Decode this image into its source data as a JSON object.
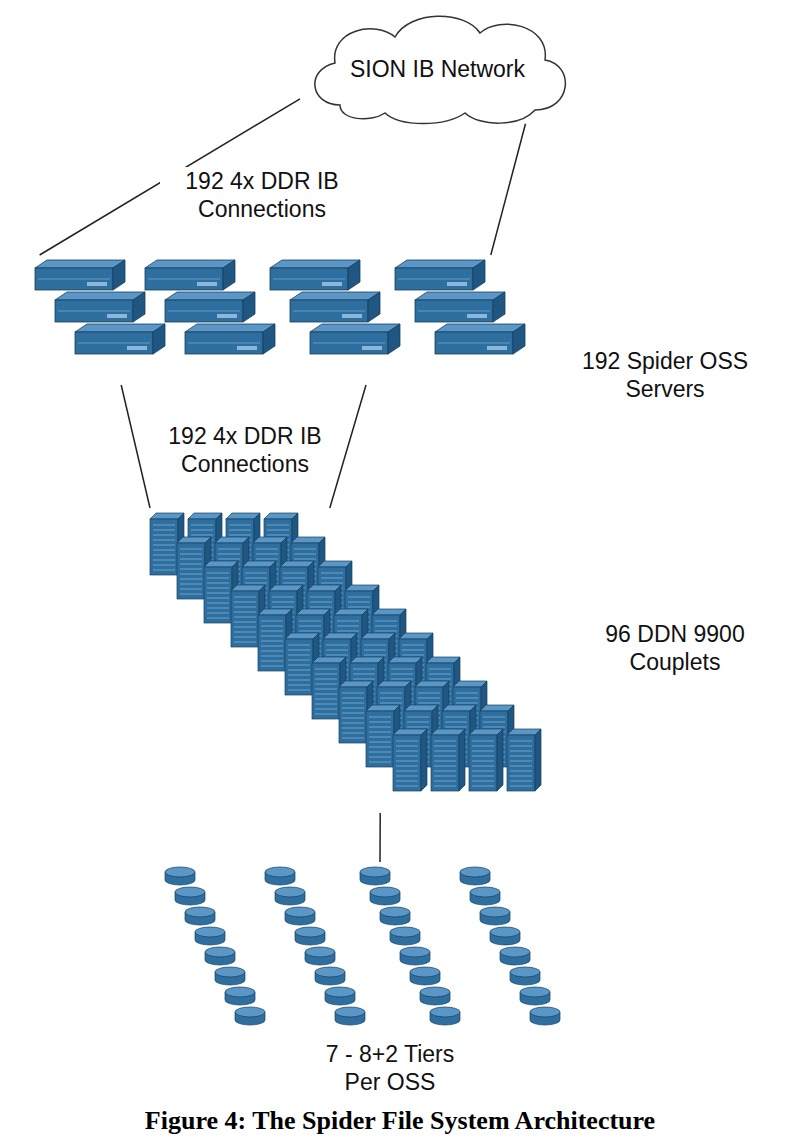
{
  "diagram": {
    "caption": "Figure 4: The Spider File System Architecture",
    "nodes": [
      {
        "text": [
          "SION IB Network"
        ]
      },
      {
        "text": [
          "192 Spider OSS Servers"
        ]
      },
      {
        "text": [
          "96 DDN 9900 Couplets"
        ]
      },
      {
        "text": [
          "7 - 8+2 Tiers Per OSS"
        ]
      }
    ],
    "edges": [
      {
        "from": 0,
        "to": 1,
        "arrow": "none",
        "label": "192 4x DDR IB Connections"
      },
      {
        "from": 1,
        "to": 2,
        "arrow": "none",
        "label": "192 4x DDR IB Connections"
      },
      {
        "from": 2,
        "to": 3,
        "arrow": "none"
      }
    ]
  }
}
